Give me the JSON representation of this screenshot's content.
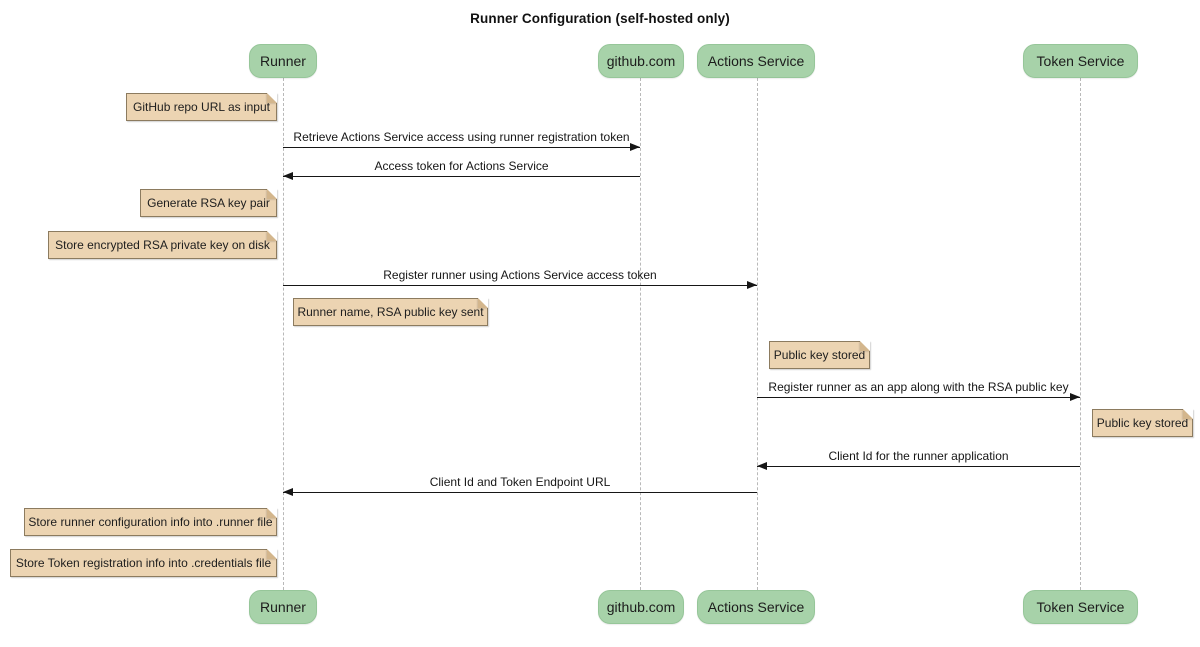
{
  "title": "Runner Configuration (self-hosted only)",
  "diagram_type": "sequence",
  "colors": {
    "participant_fill": "#a7d2a9",
    "note_fill": "#ecd4b2",
    "note_border": "#8c7b5f",
    "lifeline": "#b9b9b9",
    "arrow": "#161616",
    "background": "#ffffff"
  },
  "participants": [
    {
      "label": "Runner"
    },
    {
      "label": "github.com"
    },
    {
      "label": "Actions Service"
    },
    {
      "label": "Token Service"
    }
  ],
  "messages": [
    {
      "from": "Runner",
      "to": "github.com",
      "label": "Retrieve Actions Service access using runner registration token"
    },
    {
      "from": "github.com",
      "to": "Runner",
      "label": "Access token for Actions Service"
    },
    {
      "from": "Runner",
      "to": "Actions Service",
      "label": "Register runner using Actions Service access token"
    },
    {
      "from": "Actions Service",
      "to": "Token Service",
      "label": "Register runner as an app along with the RSA public key"
    },
    {
      "from": "Token Service",
      "to": "Actions Service",
      "label": "Client Id for the runner application"
    },
    {
      "from": "Actions Service",
      "to": "Runner",
      "label": "Client Id and Token Endpoint URL"
    }
  ],
  "notes": [
    {
      "anchor": "Runner",
      "side": "left",
      "label": "GitHub repo URL as input"
    },
    {
      "anchor": "Runner",
      "side": "left",
      "label": "Generate RSA key pair"
    },
    {
      "anchor": "Runner",
      "side": "left",
      "label": "Store encrypted RSA private key on disk"
    },
    {
      "anchor": "Runner",
      "side": "right",
      "label": "Runner name, RSA public key sent"
    },
    {
      "anchor": "Actions Service",
      "side": "right",
      "label": "Public key stored"
    },
    {
      "anchor": "Token Service",
      "side": "right",
      "label": "Public key stored"
    },
    {
      "anchor": "Runner",
      "side": "left",
      "label": "Store runner configuration info into .runner file"
    },
    {
      "anchor": "Runner",
      "side": "left",
      "label": "Store Token registration info into .credentials file"
    }
  ]
}
